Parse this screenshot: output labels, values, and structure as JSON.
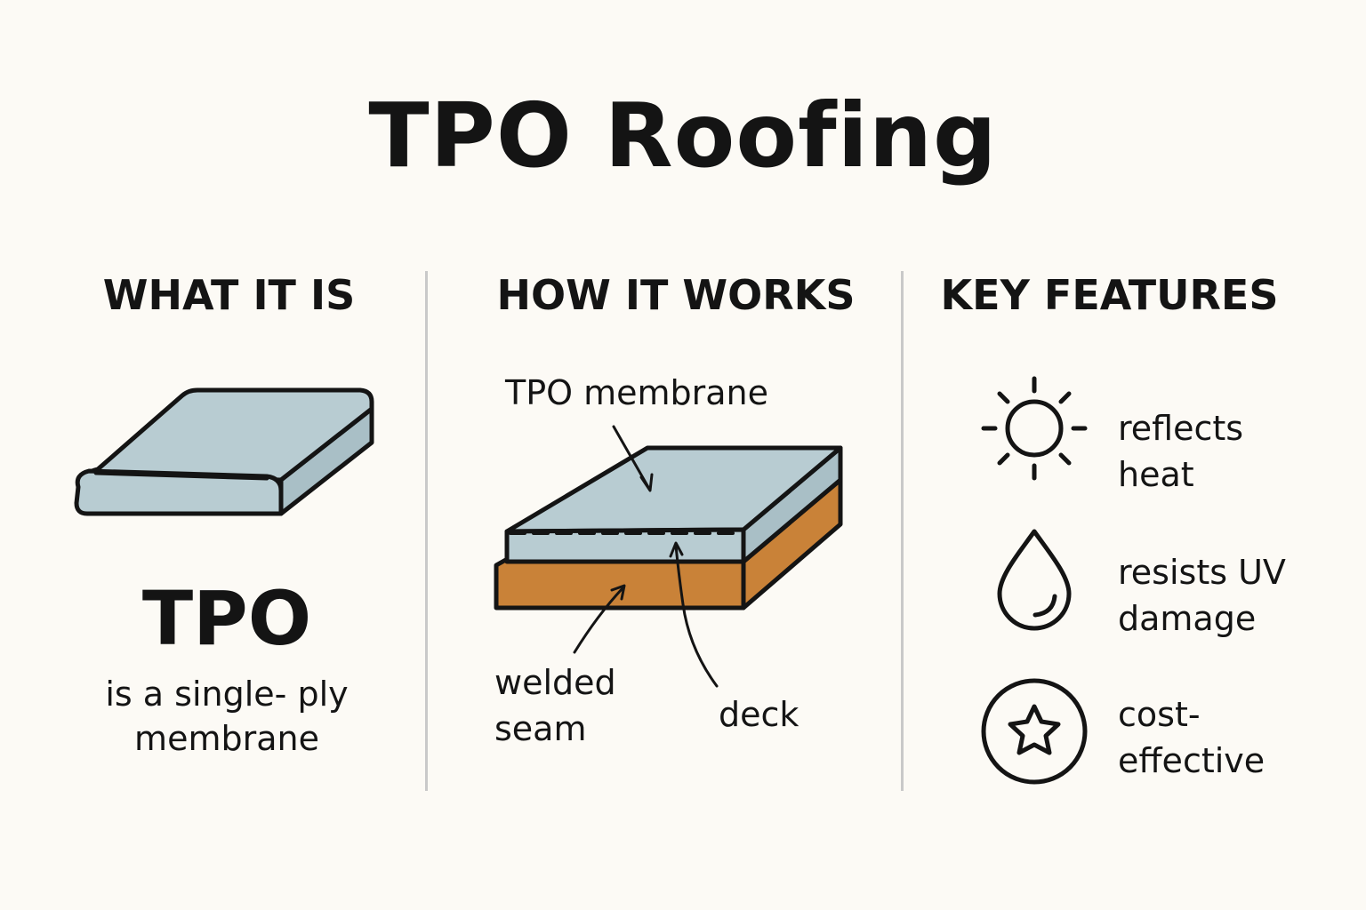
{
  "title": "TPO Roofing",
  "columns": {
    "what": {
      "heading": "WHAT IT IS",
      "big_label": "TPO",
      "description": "is a single- ply membrane"
    },
    "how": {
      "heading": "HOW IT WORKS",
      "label_membrane": "TPO membrane",
      "label_seam": "welded seam",
      "label_deck": "deck"
    },
    "features": {
      "heading": "KEY FEATURES",
      "items": [
        {
          "icon": "sun-icon",
          "text": "reflects heat"
        },
        {
          "icon": "water-drop-icon",
          "text": "resists UV damage"
        },
        {
          "icon": "star-badge-icon",
          "text": "cost- effective"
        }
      ]
    }
  },
  "colors": {
    "background": "#fcfaf5",
    "membrane": "#b8ccd2",
    "deck": "#c98238",
    "outline": "#141414",
    "divider": "#c9c9c9"
  }
}
